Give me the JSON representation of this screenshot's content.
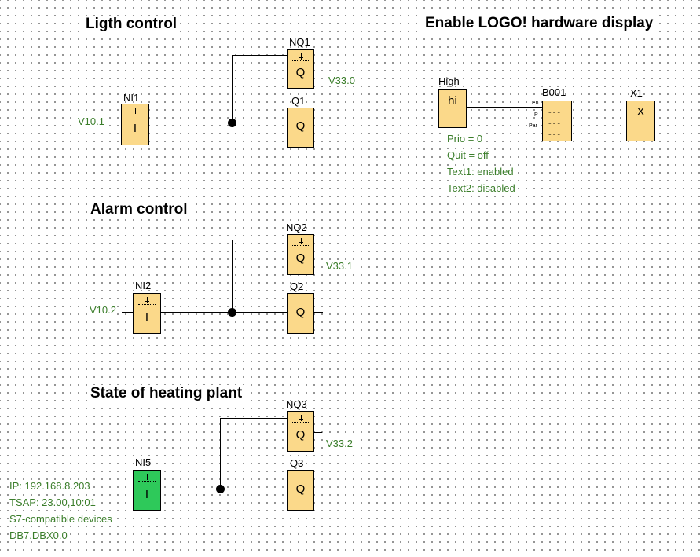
{
  "titles": {
    "light": "Ligth control",
    "alarm": "Alarm control",
    "heating": "State of heating plant",
    "display": "Enable LOGO! hardware display"
  },
  "light": {
    "input": {
      "name": "NI1",
      "letter": "I",
      "param": "V10.1"
    },
    "out_nq": {
      "name": "NQ1",
      "letter": "Q",
      "param": "V33.0"
    },
    "out_q": {
      "name": "Q1",
      "letter": "Q"
    }
  },
  "alarm": {
    "input": {
      "name": "NI2",
      "letter": "I",
      "param": "V10.2"
    },
    "out_nq": {
      "name": "NQ2",
      "letter": "Q",
      "param": "V33.1"
    },
    "out_q": {
      "name": "Q2",
      "letter": "Q"
    }
  },
  "heating": {
    "input": {
      "name": "NI5",
      "letter": "I",
      "params": [
        "IP: 192.168.8.203",
        "TSAP: 23.00,10:01",
        "S7-compatible devices",
        "DB7.DBX0.0"
      ]
    },
    "out_nq": {
      "name": "NQ3",
      "letter": "Q",
      "param": "V33.2"
    },
    "out_q": {
      "name": "Q3",
      "letter": "Q"
    }
  },
  "display": {
    "high": {
      "name": "High",
      "letter": "hi",
      "params": [
        "Prio = 0",
        "Quit = off",
        "Text1: enabled",
        "Text2: disabled"
      ]
    },
    "b001": {
      "name": "B001",
      "pins": [
        "En",
        "P",
        "Par"
      ],
      "dashes": "---"
    },
    "x1": {
      "name": "X1",
      "letter": "X"
    }
  },
  "colors": {
    "block": "#fbd98a",
    "network_input": "#2ec95a",
    "param_text": "#3a7d2a"
  }
}
